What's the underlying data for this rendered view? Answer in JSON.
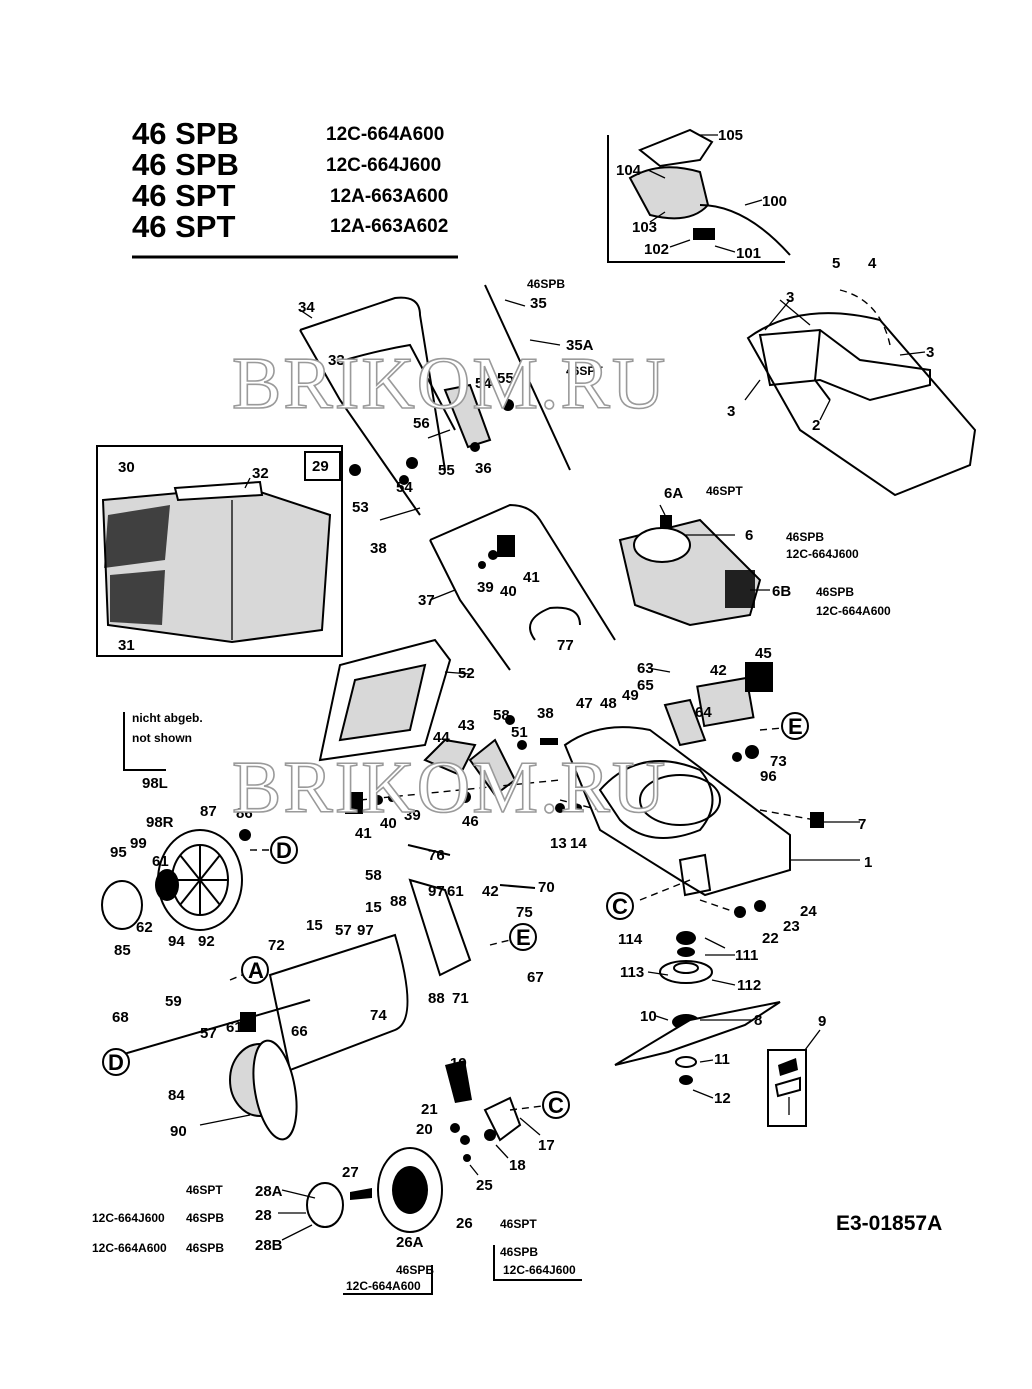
{
  "header": {
    "models": [
      {
        "model": "46 SPB",
        "code": "12C-664A600"
      },
      {
        "model": "46 SPB",
        "code": "12C-664J600"
      },
      {
        "model": "46 SPT",
        "code": "12A-663A600"
      },
      {
        "model": "46 SPT",
        "code": "12A-663A602"
      }
    ]
  },
  "watermark": "BRIKOM.RU",
  "drawing_number": "E3-01857A",
  "reference_markers": [
    "A",
    "C",
    "D",
    "E"
  ],
  "notes": {
    "not_shown_de": "nicht abgeb.",
    "not_shown_en": "not shown",
    "not_shown_part": "98L",
    "spt_cable": "46SPT",
    "spb_cable": "46SPB",
    "engine_spt": "46SPT",
    "engine_spb_j": "46SPB",
    "engine_spb_j_code": "12C-664J600",
    "engine_spb_a": "46SPB",
    "engine_spb_a_code": "12C-664A600",
    "wheel_28a": "46SPT",
    "wheel_28_model": "46SPB",
    "wheel_28_code": "12C-664J600",
    "wheel_28b_model": "46SPB",
    "wheel_28b_code": "12C-664A600",
    "wheel_26_model": "46SPT",
    "wheel_26a_model": "46SPB",
    "wheel_26a_code": "12C-664A600",
    "wheel_26_spb_model": "46SPB",
    "wheel_26_spb_code": "12C-664J600"
  },
  "callouts": {
    "top_detail": [
      "105",
      "104",
      "100",
      "103",
      "102",
      "101"
    ],
    "deck_top": [
      "5",
      "4",
      "3",
      "3",
      "3",
      "2"
    ],
    "grass_bag_box": "29",
    "grass_bag": [
      "30",
      "32",
      "31"
    ],
    "handle_upper": [
      "34",
      "33",
      "56",
      "54",
      "55",
      "53",
      "54",
      "55",
      "36",
      "35",
      "35A",
      "38"
    ],
    "handle_lower": [
      "37",
      "39",
      "40",
      "41",
      "77"
    ],
    "engine": [
      "6A",
      "6",
      "6B"
    ],
    "discharge": [
      "52"
    ],
    "controls": [
      "63",
      "42",
      "45",
      "65",
      "64",
      "49",
      "48",
      "47",
      "73",
      "96",
      "7",
      "1"
    ],
    "deck_mid": [
      "58",
      "38",
      "51",
      "43",
      "44",
      "41",
      "40",
      "39",
      "46",
      "13",
      "14"
    ],
    "rear_wheel": [
      "87",
      "86",
      "98R",
      "99",
      "95",
      "61",
      "62",
      "85",
      "94",
      "92"
    ],
    "drive": [
      "76",
      "58",
      "88",
      "97",
      "61",
      "42",
      "70",
      "75",
      "15",
      "57",
      "97",
      "72",
      "15",
      "59",
      "68",
      "57",
      "61",
      "66",
      "74",
      "88",
      "71",
      "67",
      "84",
      "90"
    ],
    "blade": [
      "22",
      "23",
      "24",
      "114",
      "111",
      "113",
      "112",
      "10",
      "8",
      "9",
      "11",
      "12"
    ],
    "front_wheel": [
      "19",
      "21",
      "20",
      "17",
      "18",
      "25",
      "27",
      "28A",
      "28",
      "28B",
      "26",
      "26A"
    ]
  }
}
